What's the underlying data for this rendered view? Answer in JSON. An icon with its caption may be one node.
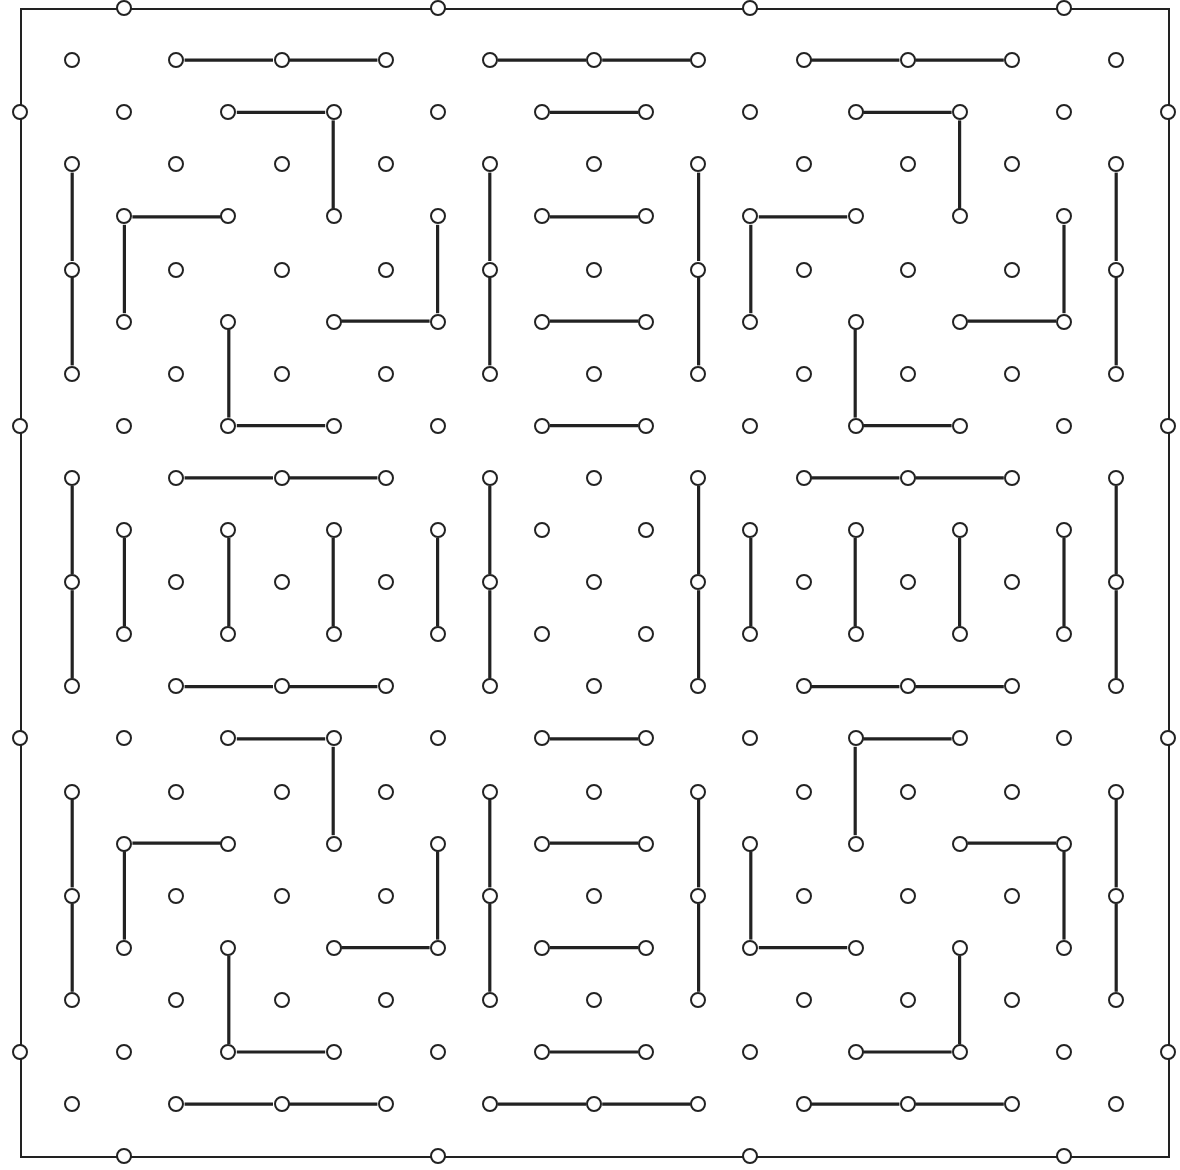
{
  "diagram": {
    "nodes": [
      {
        "text": [],
        "shape": "circle"
      },
      {
        "text": [],
        "shape": "circle"
      },
      {
        "text": [],
        "shape": "circle"
      },
      {
        "text": [],
        "shape": "circle"
      },
      {
        "text": [],
        "shape": "circle"
      },
      {
        "text": [],
        "shape": "circle"
      },
      {
        "text": [],
        "shape": "circle"
      },
      {
        "text": [],
        "shape": "circle"
      },
      {
        "text": [],
        "shape": "circle"
      },
      {
        "text": [],
        "shape": "circle"
      },
      {
        "text": [],
        "shape": "circle"
      },
      {
        "text": [],
        "shape": "circle"
      },
      {
        "text": [],
        "shape": "circle"
      },
      {
        "text": [],
        "shape": "circle"
      },
      {
        "text": [],
        "shape": "circle"
      },
      {
        "text": [],
        "shape": "circle"
      },
      {
        "text": [],
        "shape": "circle"
      },
      {
        "text": [],
        "shape": "circle"
      },
      {
        "text": [],
        "shape": "circle"
      },
      {
        "text": [],
        "shape": "circle"
      },
      {
        "text": [],
        "shape": "circle"
      },
      {
        "text": [],
        "shape": "circle"
      },
      {
        "text": [],
        "shape": "circle"
      },
      {
        "text": [],
        "shape": "circle"
      },
      {
        "text": [],
        "shape": "circle"
      },
      {
        "text": [],
        "shape": "circle"
      },
      {
        "text": [],
        "shape": "circle"
      },
      {
        "text": [],
        "shape": "circle"
      },
      {
        "text": [],
        "shape": "circle"
      },
      {
        "text": [],
        "shape": "circle"
      },
      {
        "text": [],
        "shape": "circle"
      },
      {
        "text": [],
        "shape": "circle"
      },
      {
        "text": [],
        "shape": "circle"
      },
      {
        "text": [],
        "shape": "circle"
      },
      {
        "text": [],
        "shape": "circle"
      },
      {
        "text": [],
        "shape": "circle"
      },
      {
        "text": [],
        "shape": "circle"
      },
      {
        "text": [],
        "shape": "circle"
      },
      {
        "text": [],
        "shape": "circle"
      },
      {
        "text": [],
        "shape": "circle"
      },
      {
        "text": [],
        "shape": "circle"
      },
      {
        "text": [],
        "shape": "circle"
      },
      {
        "text": [],
        "shape": "circle"
      },
      {
        "text": [],
        "shape": "circle"
      },
      {
        "text": [],
        "shape": "circle"
      },
      {
        "text": [],
        "shape": "circle"
      },
      {
        "text": [],
        "shape": "circle"
      },
      {
        "text": [],
        "shape": "circle"
      },
      {
        "text": [],
        "shape": "circle"
      },
      {
        "text": [],
        "shape": "circle"
      },
      {
        "text": [],
        "shape": "circle"
      },
      {
        "text": [],
        "shape": "circle"
      },
      {
        "text": [],
        "shape": "circle"
      },
      {
        "text": [],
        "shape": "circle"
      },
      {
        "text": [],
        "shape": "circle"
      },
      {
        "text": [],
        "shape": "circle"
      },
      {
        "text": [],
        "shape": "circle"
      },
      {
        "text": [],
        "shape": "circle"
      },
      {
        "text": [],
        "shape": "circle"
      },
      {
        "text": [],
        "shape": "circle"
      },
      {
        "text": [],
        "shape": "circle"
      },
      {
        "text": [],
        "shape": "circle"
      },
      {
        "text": [],
        "shape": "circle"
      },
      {
        "text": [],
        "shape": "circle"
      },
      {
        "text": [],
        "shape": "circle"
      },
      {
        "text": [],
        "shape": "circle"
      },
      {
        "text": [],
        "shape": "circle"
      },
      {
        "text": [],
        "shape": "circle"
      },
      {
        "text": [],
        "shape": "circle"
      },
      {
        "text": [],
        "shape": "circle"
      },
      {
        "text": [],
        "shape": "circle"
      },
      {
        "text": [],
        "shape": "circle"
      },
      {
        "text": [],
        "shape": "circle"
      },
      {
        "text": [],
        "shape": "circle"
      },
      {
        "text": [],
        "shape": "circle"
      },
      {
        "text": [],
        "shape": "circle"
      },
      {
        "text": [],
        "shape": "circle"
      },
      {
        "text": [],
        "shape": "circle"
      },
      {
        "text": [],
        "shape": "circle"
      },
      {
        "text": [],
        "shape": "circle"
      },
      {
        "text": [],
        "shape": "circle"
      },
      {
        "text": [],
        "shape": "circle"
      },
      {
        "text": [],
        "shape": "circle"
      },
      {
        "text": [],
        "shape": "circle"
      },
      {
        "text": [],
        "shape": "circle"
      },
      {
        "text": [],
        "shape": "circle"
      },
      {
        "text": [],
        "shape": "circle"
      },
      {
        "text": [],
        "shape": "circle"
      },
      {
        "text": [],
        "shape": "circle"
      },
      {
        "text": [],
        "shape": "circle"
      },
      {
        "text": [],
        "shape": "circle"
      },
      {
        "text": [],
        "shape": "circle"
      },
      {
        "text": [],
        "shape": "circle"
      },
      {
        "text": [],
        "shape": "circle"
      },
      {
        "text": [],
        "shape": "circle"
      },
      {
        "text": [],
        "shape": "circle"
      },
      {
        "text": [],
        "shape": "circle"
      },
      {
        "text": [],
        "shape": "circle"
      },
      {
        "text": [],
        "shape": "circle"
      },
      {
        "text": [],
        "shape": "circle"
      },
      {
        "text": [],
        "shape": "circle"
      },
      {
        "text": [],
        "shape": "circle"
      },
      {
        "text": [],
        "shape": "circle"
      },
      {
        "text": [],
        "shape": "circle"
      },
      {
        "text": [],
        "shape": "circle"
      },
      {
        "text": [],
        "shape": "circle"
      },
      {
        "text": [],
        "shape": "circle"
      },
      {
        "text": [],
        "shape": "circle"
      },
      {
        "text": [],
        "shape": "circle"
      },
      {
        "text": [],
        "shape": "circle"
      },
      {
        "text": [],
        "shape": "circle"
      },
      {
        "text": [],
        "shape": "circle"
      },
      {
        "text": [],
        "shape": "circle"
      },
      {
        "text": [],
        "shape": "circle"
      },
      {
        "text": [],
        "shape": "circle"
      },
      {
        "text": [],
        "shape": "circle"
      },
      {
        "text": [],
        "shape": "circle"
      },
      {
        "text": [],
        "shape": "circle"
      },
      {
        "text": [],
        "shape": "circle"
      },
      {
        "text": [],
        "shape": "circle"
      },
      {
        "text": [],
        "shape": "circle"
      },
      {
        "text": [],
        "shape": "circle"
      },
      {
        "text": [],
        "shape": "circle"
      },
      {
        "text": [],
        "shape": "circle"
      },
      {
        "text": [],
        "shape": "circle"
      },
      {
        "text": [],
        "shape": "circle"
      },
      {
        "text": [],
        "shape": "circle"
      },
      {
        "text": [],
        "shape": "circle"
      },
      {
        "text": [],
        "shape": "circle"
      },
      {
        "text": [],
        "shape": "circle"
      },
      {
        "text": [],
        "shape": "circle"
      },
      {
        "text": [],
        "shape": "circle"
      },
      {
        "text": [],
        "shape": "circle"
      },
      {
        "text": [],
        "shape": "circle"
      },
      {
        "text": [],
        "shape": "circle"
      },
      {
        "text": [],
        "shape": "circle"
      },
      {
        "text": [],
        "shape": "circle"
      },
      {
        "text": [],
        "shape": "circle"
      },
      {
        "text": [],
        "shape": "circle"
      },
      {
        "text": [],
        "shape": "circle"
      },
      {
        "text": [],
        "shape": "circle"
      },
      {
        "text": [],
        "shape": "circle"
      },
      {
        "text": [],
        "shape": "circle"
      },
      {
        "text": [],
        "shape": "circle"
      },
      {
        "text": [],
        "shape": "circle"
      },
      {
        "text": [],
        "shape": "circle"
      },
      {
        "text": [],
        "shape": "circle"
      },
      {
        "text": [],
        "shape": "circle"
      },
      {
        "text": [],
        "shape": "circle"
      },
      {
        "text": [],
        "shape": "circle"
      },
      {
        "text": [],
        "shape": "circle"
      },
      {
        "text": [],
        "shape": "circle"
      },
      {
        "text": [],
        "shape": "circle"
      },
      {
        "text": [],
        "shape": "circle"
      },
      {
        "text": [],
        "shape": "circle"
      },
      {
        "text": [],
        "shape": "circle"
      },
      {
        "text": [],
        "shape": "circle"
      },
      {
        "text": [],
        "shape": "circle"
      },
      {
        "text": [],
        "shape": "circle"
      },
      {
        "text": [],
        "shape": "circle"
      },
      {
        "text": [],
        "shape": "circle"
      },
      {
        "text": [],
        "shape": "circle"
      },
      {
        "text": [],
        "shape": "circle"
      },
      {
        "text": [],
        "shape": "circle"
      },
      {
        "text": [],
        "shape": "circle"
      },
      {
        "text": [],
        "shape": "circle"
      },
      {
        "text": [],
        "shape": "circle"
      },
      {
        "text": [],
        "shape": "circle"
      },
      {
        "text": [],
        "shape": "circle"
      },
      {
        "text": [],
        "shape": "circle"
      },
      {
        "text": [],
        "shape": "circle"
      },
      {
        "text": [],
        "shape": "circle"
      },
      {
        "text": [],
        "shape": "circle"
      },
      {
        "text": [],
        "shape": "circle"
      },
      {
        "text": [],
        "shape": "circle"
      },
      {
        "text": [],
        "shape": "circle"
      },
      {
        "text": [],
        "shape": "circle"
      },
      {
        "text": [],
        "shape": "circle"
      },
      {
        "text": [],
        "shape": "circle"
      },
      {
        "text": [],
        "shape": "circle"
      },
      {
        "text": [],
        "shape": "circle"
      },
      {
        "text": [],
        "shape": "circle"
      },
      {
        "text": [],
        "shape": "circle"
      },
      {
        "text": [],
        "shape": "circle"
      },
      {
        "text": [],
        "shape": "circle"
      },
      {
        "text": [],
        "shape": "circle"
      },
      {
        "text": [],
        "shape": "circle"
      },
      {
        "text": [],
        "shape": "circle"
      },
      {
        "text": [],
        "shape": "circle"
      },
      {
        "text": [],
        "shape": "circle"
      },
      {
        "text": [],
        "shape": "circle"
      },
      {
        "text": [],
        "shape": "circle"
      },
      {
        "text": [],
        "shape": "circle"
      },
      {
        "text": [],
        "shape": "circle"
      },
      {
        "text": [],
        "shape": "circle"
      },
      {
        "text": [],
        "shape": "circle"
      },
      {
        "text": [],
        "shape": "circle"
      },
      {
        "text": [],
        "shape": "circle"
      },
      {
        "text": [],
        "shape": "circle"
      },
      {
        "text": [],
        "shape": "circle"
      },
      {
        "text": [],
        "shape": "circle"
      },
      {
        "text": [],
        "shape": "circle"
      },
      {
        "text": [],
        "shape": "circle"
      },
      {
        "text": [],
        "shape": "circle"
      },
      {
        "text": [],
        "shape": "circle"
      },
      {
        "text": [],
        "shape": "circle"
      },
      {
        "text": [],
        "shape": "circle"
      },
      {
        "text": [],
        "shape": "circle"
      },
      {
        "text": [],
        "shape": "circle"
      },
      {
        "text": [],
        "shape": "circle"
      },
      {
        "text": [],
        "shape": "circle"
      },
      {
        "text": [],
        "shape": "circle"
      },
      {
        "text": [],
        "shape": "circle"
      },
      {
        "text": [],
        "shape": "circle"
      },
      {
        "text": [],
        "shape": "circle"
      },
      {
        "text": [],
        "shape": "circle"
      },
      {
        "text": [],
        "shape": "circle"
      },
      {
        "text": [],
        "shape": "circle"
      },
      {
        "text": [],
        "shape": "circle"
      },
      {
        "text": [],
        "shape": "circle"
      },
      {
        "text": [],
        "shape": "circle"
      },
      {
        "text": [],
        "shape": "circle"
      },
      {
        "text": [],
        "shape": "circle"
      },
      {
        "text": [],
        "shape": "circle"
      },
      {
        "text": [],
        "shape": "circle"
      },
      {
        "text": [],
        "shape": "circle"
      },
      {
        "text": [],
        "shape": "circle"
      },
      {
        "text": [],
        "shape": "circle"
      },
      {
        "text": [],
        "shape": "circle"
      },
      {
        "text": [],
        "shape": "circle"
      },
      {
        "text": [],
        "shape": "circle"
      },
      {
        "text": [],
        "shape": "circle"
      },
      {
        "text": [],
        "shape": "circle"
      },
      {
        "text": [],
        "shape": "circle"
      },
      {
        "text": [],
        "shape": "circle"
      },
      {
        "text": [],
        "shape": "circle"
      },
      {
        "text": [],
        "shape": "circle"
      }
    ],
    "edges": [
      {
        "from": 5,
        "to": 6,
        "arrow": "none"
      },
      {
        "from": 6,
        "to": 7,
        "arrow": "none"
      },
      {
        "from": 8,
        "to": 9,
        "arrow": "none"
      },
      {
        "from": 9,
        "to": 10,
        "arrow": "none"
      },
      {
        "from": 11,
        "to": 12,
        "arrow": "none"
      },
      {
        "from": 12,
        "to": 13,
        "arrow": "none"
      },
      {
        "from": 17,
        "to": 18,
        "arrow": "none"
      },
      {
        "from": 20,
        "to": 21,
        "arrow": "none"
      },
      {
        "from": 23,
        "to": 24,
        "arrow": "none"
      },
      {
        "from": 38,
        "to": 39,
        "arrow": "none"
      },
      {
        "from": 42,
        "to": 43,
        "arrow": "none"
      },
      {
        "from": 44,
        "to": 45,
        "arrow": "none"
      },
      {
        "from": 61,
        "to": 62,
        "arrow": "none"
      },
      {
        "from": 63,
        "to": 64,
        "arrow": "none"
      },
      {
        "from": 67,
        "to": 68,
        "arrow": "none"
      },
      {
        "from": 82,
        "to": 83,
        "arrow": "none"
      },
      {
        "from": 85,
        "to": 86,
        "arrow": "none"
      },
      {
        "from": 88,
        "to": 89,
        "arrow": "none"
      },
      {
        "from": 93,
        "to": 94,
        "arrow": "none"
      },
      {
        "from": 94,
        "to": 95,
        "arrow": "none"
      },
      {
        "from": 99,
        "to": 100,
        "arrow": "none"
      },
      {
        "from": 100,
        "to": 101,
        "arrow": "none"
      },
      {
        "from": 135,
        "to": 136,
        "arrow": "none"
      },
      {
        "from": 136,
        "to": 137,
        "arrow": "none"
      },
      {
        "from": 141,
        "to": 142,
        "arrow": "none"
      },
      {
        "from": 142,
        "to": 143,
        "arrow": "none"
      },
      {
        "from": 147,
        "to": 148,
        "arrow": "none"
      },
      {
        "from": 150,
        "to": 151,
        "arrow": "none"
      },
      {
        "from": 153,
        "to": 154,
        "arrow": "none"
      },
      {
        "from": 168,
        "to": 169,
        "arrow": "none"
      },
      {
        "from": 172,
        "to": 173,
        "arrow": "none"
      },
      {
        "from": 176,
        "to": 177,
        "arrow": "none"
      },
      {
        "from": 191,
        "to": 192,
        "arrow": "none"
      },
      {
        "from": 193,
        "to": 194,
        "arrow": "none"
      },
      {
        "from": 195,
        "to": 196,
        "arrow": "none"
      },
      {
        "from": 212,
        "to": 213,
        "arrow": "none"
      },
      {
        "from": 215,
        "to": 216,
        "arrow": "none"
      },
      {
        "from": 218,
        "to": 219,
        "arrow": "none"
      },
      {
        "from": 223,
        "to": 224,
        "arrow": "none"
      },
      {
        "from": 224,
        "to": 225,
        "arrow": "none"
      },
      {
        "from": 226,
        "to": 227,
        "arrow": "none"
      },
      {
        "from": 227,
        "to": 228,
        "arrow": "none"
      },
      {
        "from": 229,
        "to": 230,
        "arrow": "none"
      },
      {
        "from": 230,
        "to": 231,
        "arrow": "none"
      },
      {
        "from": 27,
        "to": 48,
        "arrow": "none"
      },
      {
        "from": 48,
        "to": 69,
        "arrow": "none"
      },
      {
        "from": 92,
        "to": 113,
        "arrow": "none"
      },
      {
        "from": 113,
        "to": 134,
        "arrow": "none"
      },
      {
        "from": 157,
        "to": 178,
        "arrow": "none"
      },
      {
        "from": 178,
        "to": 199,
        "arrow": "none"
      },
      {
        "from": 38,
        "to": 59,
        "arrow": "none"
      },
      {
        "from": 103,
        "to": 124,
        "arrow": "none"
      },
      {
        "from": 168,
        "to": 189,
        "arrow": "none"
      },
      {
        "from": 60,
        "to": 82,
        "arrow": "none"
      },
      {
        "from": 104,
        "to": 125,
        "arrow": "none"
      },
      {
        "from": 190,
        "to": 212,
        "arrow": "none"
      },
      {
        "from": 18,
        "to": 40,
        "arrow": "none"
      },
      {
        "from": 105,
        "to": 126,
        "arrow": "none"
      },
      {
        "from": 148,
        "to": 170,
        "arrow": "none"
      },
      {
        "from": 41,
        "to": 62,
        "arrow": "none"
      },
      {
        "from": 106,
        "to": 127,
        "arrow": "none"
      },
      {
        "from": 171,
        "to": 192,
        "arrow": "none"
      },
      {
        "from": 31,
        "to": 52,
        "arrow": "none"
      },
      {
        "from": 52,
        "to": 73,
        "arrow": "none"
      },
      {
        "from": 96,
        "to": 117,
        "arrow": "none"
      },
      {
        "from": 117,
        "to": 138,
        "arrow": "none"
      },
      {
        "from": 161,
        "to": 182,
        "arrow": "none"
      },
      {
        "from": 182,
        "to": 203,
        "arrow": "none"
      },
      {
        "from": 33,
        "to": 54,
        "arrow": "none"
      },
      {
        "from": 54,
        "to": 75,
        "arrow": "none"
      },
      {
        "from": 98,
        "to": 119,
        "arrow": "none"
      },
      {
        "from": 119,
        "to": 140,
        "arrow": "none"
      },
      {
        "from": 163,
        "to": 184,
        "arrow": "none"
      },
      {
        "from": 184,
        "to": 205,
        "arrow": "none"
      },
      {
        "from": 44,
        "to": 65,
        "arrow": "none"
      },
      {
        "from": 109,
        "to": 130,
        "arrow": "none"
      },
      {
        "from": 174,
        "to": 195,
        "arrow": "none"
      },
      {
        "from": 66,
        "to": 88,
        "arrow": "none"
      },
      {
        "from": 110,
        "to": 131,
        "arrow": "none"
      },
      {
        "from": 153,
        "to": 175,
        "arrow": "none"
      },
      {
        "from": 24,
        "to": 46,
        "arrow": "none"
      },
      {
        "from": 111,
        "to": 132,
        "arrow": "none"
      },
      {
        "from": 197,
        "to": 219,
        "arrow": "none"
      },
      {
        "from": 47,
        "to": 68,
        "arrow": "none"
      },
      {
        "from": 112,
        "to": 133,
        "arrow": "none"
      },
      {
        "from": 177,
        "to": 198,
        "arrow": "none"
      },
      {
        "from": 37,
        "to": 58,
        "arrow": "none"
      },
      {
        "from": 58,
        "to": 79,
        "arrow": "none"
      },
      {
        "from": 102,
        "to": 123,
        "arrow": "none"
      },
      {
        "from": 123,
        "to": 144,
        "arrow": "none"
      },
      {
        "from": 167,
        "to": 188,
        "arrow": "none"
      },
      {
        "from": 188,
        "to": 209,
        "arrow": "none"
      }
    ]
  }
}
